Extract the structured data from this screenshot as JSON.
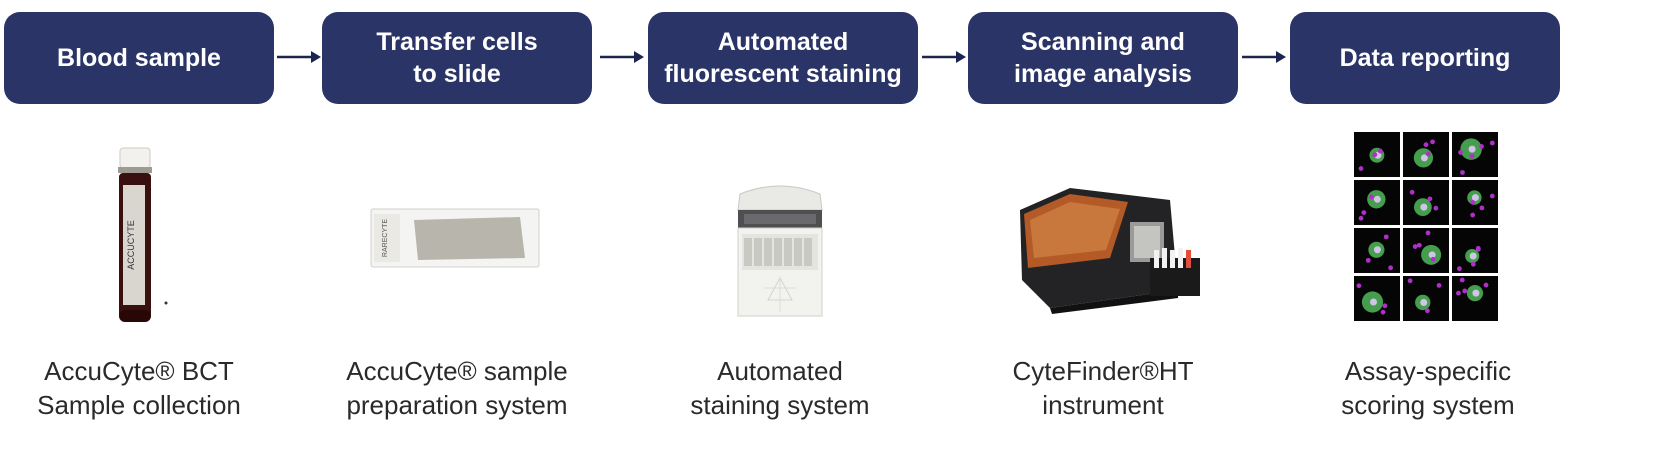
{
  "steps": [
    {
      "title_lines": [
        "Blood sample"
      ]
    },
    {
      "title_lines": [
        "Transfer cells",
        "to slide"
      ]
    },
    {
      "title_lines": [
        "Automated",
        "fluorescent staining"
      ]
    },
    {
      "title_lines": [
        "Scanning and",
        "image analysis"
      ]
    },
    {
      "title_lines": [
        "Data reporting"
      ]
    }
  ],
  "captions": [
    {
      "lines": [
        "AccuCyte® BCT",
        "Sample collection"
      ]
    },
    {
      "lines": [
        "AccuCyte® sample",
        "preparation system"
      ]
    },
    {
      "lines": [
        "Automated",
        "staining system"
      ]
    },
    {
      "lines": [
        "CyteFinder®HT",
        "instrument"
      ]
    },
    {
      "lines": [
        "Assay-specific",
        "scoring system"
      ]
    }
  ],
  "images": {
    "tube_label": "ACCUCYTE",
    "slide_label": "RARECYTE"
  },
  "colors": {
    "step_box": "#2b3467",
    "step_text": "#ffffff",
    "arrow": "#1c2550",
    "caption_text": "#2a2a2a"
  }
}
